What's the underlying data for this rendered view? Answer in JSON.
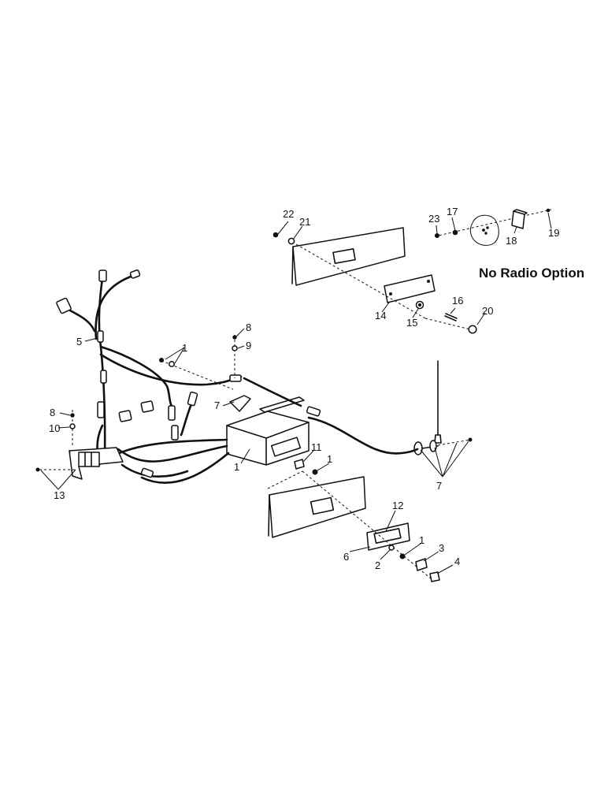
{
  "figure": {
    "option_label": "No Radio Option"
  },
  "callouts": [
    {
      "id": "c-1a",
      "text": "1"
    },
    {
      "id": "c-1b",
      "text": "1"
    },
    {
      "id": "c-1c",
      "text": "1"
    },
    {
      "id": "c-1d",
      "text": "1"
    },
    {
      "id": "c-2",
      "text": "2"
    },
    {
      "id": "c-3",
      "text": "3"
    },
    {
      "id": "c-4",
      "text": "4"
    },
    {
      "id": "c-5",
      "text": "5"
    },
    {
      "id": "c-6",
      "text": "6"
    },
    {
      "id": "c-7a",
      "text": "7"
    },
    {
      "id": "c-7b",
      "text": "7"
    },
    {
      "id": "c-8a",
      "text": "8"
    },
    {
      "id": "c-8b",
      "text": "8"
    },
    {
      "id": "c-9",
      "text": "9"
    },
    {
      "id": "c-10",
      "text": "10"
    },
    {
      "id": "c-11",
      "text": "11"
    },
    {
      "id": "c-12",
      "text": "12"
    },
    {
      "id": "c-13",
      "text": "13"
    },
    {
      "id": "c-14",
      "text": "14"
    },
    {
      "id": "c-15",
      "text": "15"
    },
    {
      "id": "c-16",
      "text": "16"
    },
    {
      "id": "c-17",
      "text": "17"
    },
    {
      "id": "c-18",
      "text": "18"
    },
    {
      "id": "c-19",
      "text": "19"
    },
    {
      "id": "c-20",
      "text": "20"
    },
    {
      "id": "c-21",
      "text": "21"
    },
    {
      "id": "c-22",
      "text": "22"
    },
    {
      "id": "c-23",
      "text": "23"
    }
  ]
}
